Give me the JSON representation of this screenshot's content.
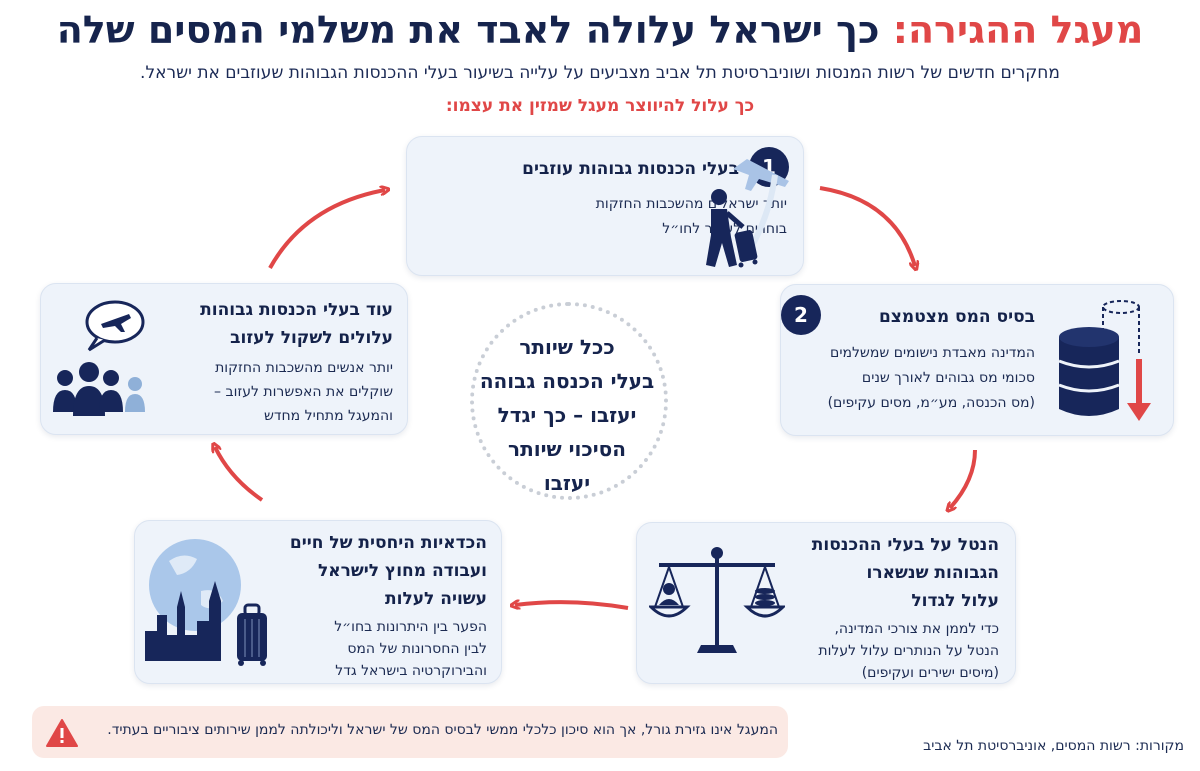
{
  "header": {
    "title_prefix": "מעגל ההגירה:",
    "title_main": "כך ישראל עלולה לאבד את משלמי המסים שלה",
    "subtitle": "מחקרים חדשים של רשות המנסות ושוניברסיטת תל אביב מצביעים על עלייה בשיעור בעלי ההכנסות הגבוהות שעוזבים את ישראל.",
    "tagline": "כך עלול להיווצר מעגל שמזין את עצמו:"
  },
  "steps": [
    {
      "number": "1",
      "title": "בעלי הכנסות גבוהות עוזבים",
      "text_lines": [
        "יותר ישראלים מהשכבות החזקות",
        "בוחרים לעבור לחו״ל"
      ],
      "icon": "traveler-with-airplane-icon"
    },
    {
      "number": "2",
      "title": "בסיס המס מצטמצם",
      "text_lines": [
        "המדינה מאבדת נישומים שמשלמים",
        "סכומי מס גבוהים לאורך שנים",
        "(מס הכנסה, מע״מ, מסים עקיפים)"
      ],
      "icon": "database-down-icon"
    },
    {
      "title_lines": [
        "הנטל על בעלי ההכנסות",
        "הגבוהות שנשארו",
        "עלול לגדול"
      ],
      "text_lines": [
        "כדי לממן את צורכי המדינה,",
        "הנטל על הנותרים עלול לעלות",
        "(מיסים ישירים ועקיפים)"
      ],
      "icon": "scales-icon"
    },
    {
      "title_lines": [
        "הכדאיות היחסית של חיים",
        "ועבודה מחוץ לישראל",
        "עשויה לעלות"
      ],
      "text_lines": [
        "הפער בין היתרונות בחו״ל",
        "לבין החסרונות של המס",
        "והבירוקרטיה בישראל גדל"
      ],
      "icon": "globe-city-suitcase-icon"
    },
    {
      "title_lines": [
        "עוד בעלי הכנסות גבוהות",
        "עלולים לשקול לעזוב"
      ],
      "text_lines": [
        "יותר אנשים מהשכבות החזקות",
        "שוקלים את האפשרות לעזוב –",
        "והמעגל מתחיל מחדש"
      ],
      "icon": "people-thinking-airplane-icon"
    }
  ],
  "center": {
    "lines": [
      "ככל שיותר",
      "בעלי הכנסה גבוהה",
      "יעזבו – כך יגדל",
      "הסיכוי שיותר",
      "יעזבו"
    ]
  },
  "footer": {
    "warning": "המעגל אינו גזירת גורל, אך הוא סיכון כלכלי ממשי לבסיס המס של ישראל וליכולתה לממן שירותים ציבוריים בעתיד.",
    "sources": "מקורות: רשות המסים, אוניברסיטת תל אביב"
  },
  "colors": {
    "navy": "#16244d",
    "accent_red": "#e04747",
    "card_bg": "#eef3fa",
    "warning_bg": "#fbe9e4"
  }
}
